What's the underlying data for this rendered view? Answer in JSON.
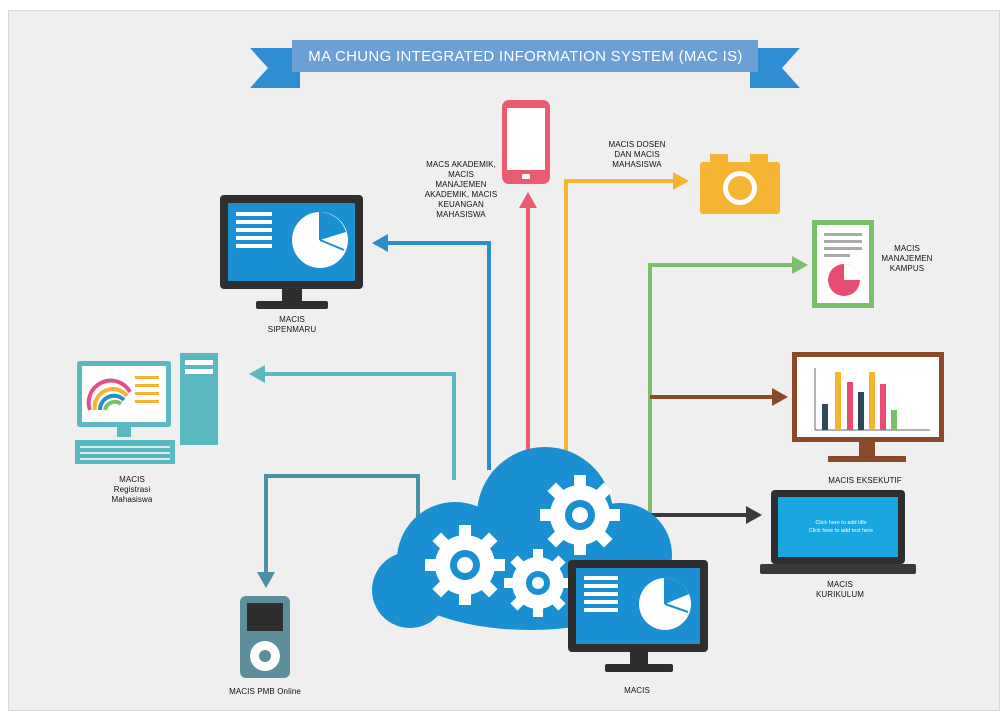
{
  "banner": {
    "title": "MA CHUNG INTEGRATED INFORMATION SYSTEM (MAC IS)"
  },
  "nodes": {
    "sipenmaru": "MACIS\nSIPENMARU",
    "registrasi": "MACIS\nRegistrasi\nMahasiswa",
    "pmb": "MACIS PMB Online",
    "akademik": "MACS AKADEMIK,\nMACIS\nMANAJEMEN\nAKADEMIK, MACIS\nKEUANGAN\nMAHASISWA",
    "dosen": "MACIS DOSEN\nDAN MACIS\nMAHASISWA",
    "kampus": "MACIS\nMANAJEMEN\nKAMPUS",
    "eksekutif": "MACIS EKSEKUTIF",
    "kurikulum": "MACIS\nKURIKULUM",
    "core": "MACIS"
  },
  "laptop_screen": {
    "line1": "Click here to add title",
    "line2": "Click here to add text here"
  },
  "colors": {
    "banner": "#6aa0d6",
    "ribbon": "#2f8ed3",
    "cloud": "#1a8fd1",
    "arrow_sipenmaru": "#2a8fc9",
    "arrow_registrasi": "#5ab8c0",
    "arrow_pmb": "#4a8fa3",
    "arrow_akademik": "#ea5b73",
    "arrow_dosen": "#f6b433",
    "arrow_kampus": "#7bbf6a",
    "arrow_eksekutif": "#8a4a2a",
    "arrow_kurikulum": "#3a3a3a"
  },
  "icons": [
    "desktop-monitor-icon",
    "desktop-computer-icon",
    "music-player-icon",
    "smartphone-icon",
    "camera-icon",
    "document-chart-icon",
    "bar-chart-board-icon",
    "laptop-icon",
    "cloud-gears-icon",
    "core-monitor-icon"
  ]
}
